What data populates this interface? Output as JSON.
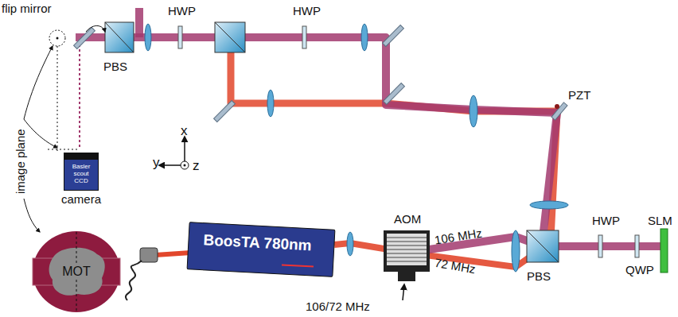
{
  "diagram": {
    "nodes": [
      {
        "text": [
          "Basler scout CCD",
          "camera"
        ]
      },
      {
        "text": [
          "MOT"
        ]
      },
      {
        "text": [
          "BoosTA 780nm"
        ]
      }
    ],
    "labels": [
      "flip mirror",
      "PBS",
      "HWP",
      "HWP",
      "image plane",
      "PZT",
      "x",
      "y",
      "z",
      "AOM",
      "106 MHz",
      "72 MHz",
      "106/72 MHz",
      "PBS",
      "HWP",
      "QWP",
      "SLM"
    ]
  }
}
